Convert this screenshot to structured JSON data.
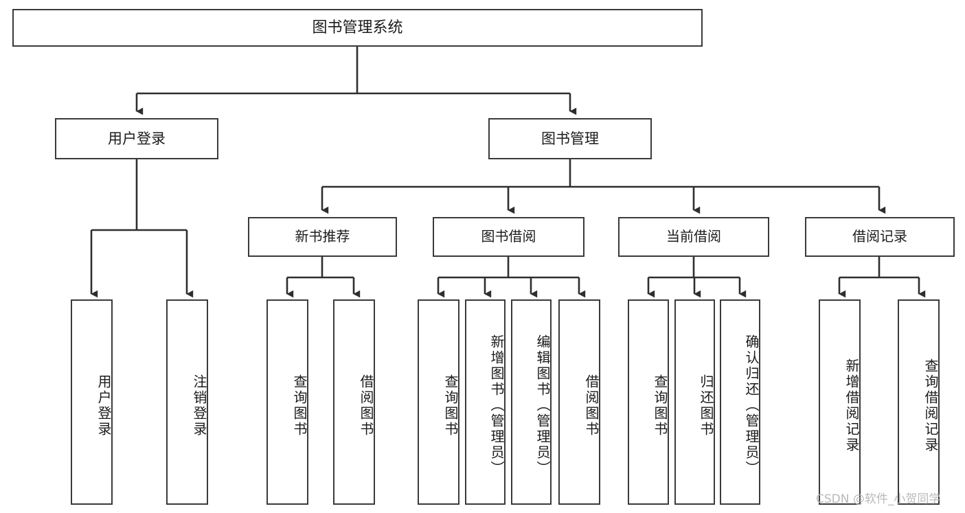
{
  "diagram": {
    "title": "图书管理系统",
    "type": "tree-hierarchy",
    "stroke_color": "#3a3a3a",
    "background_color": "#ffffff",
    "text_color": "#1b1b1b",
    "root": {
      "label": "图书管理系统"
    },
    "level1": [
      {
        "label": "用户登录"
      },
      {
        "label": "图书管理"
      }
    ],
    "level2": [
      {
        "label": "新书推荐"
      },
      {
        "label": "图书借阅"
      },
      {
        "label": "当前借阅"
      },
      {
        "label": "借阅记录"
      }
    ],
    "leaves": {
      "user_login": [
        {
          "label": "用户登录"
        },
        {
          "label": "注销登录"
        }
      ],
      "new_book_recommend": [
        {
          "label": "查询图书"
        },
        {
          "label": "借阅图书"
        }
      ],
      "book_borrow": [
        {
          "label": "查询图书"
        },
        {
          "label": "新增图书（管理员）"
        },
        {
          "label": "编辑图书（管理员）"
        },
        {
          "label": "借阅图书"
        }
      ],
      "current_borrow": [
        {
          "label": "查询图书"
        },
        {
          "label": "归还图书"
        },
        {
          "label": "确认归还（管理员）"
        }
      ],
      "borrow_record": [
        {
          "label": "新增借阅记录"
        },
        {
          "label": "查询借阅记录"
        }
      ]
    }
  },
  "watermark": {
    "text": "CSDN @软件_小贺同学",
    "color": "#b9b9b9"
  }
}
